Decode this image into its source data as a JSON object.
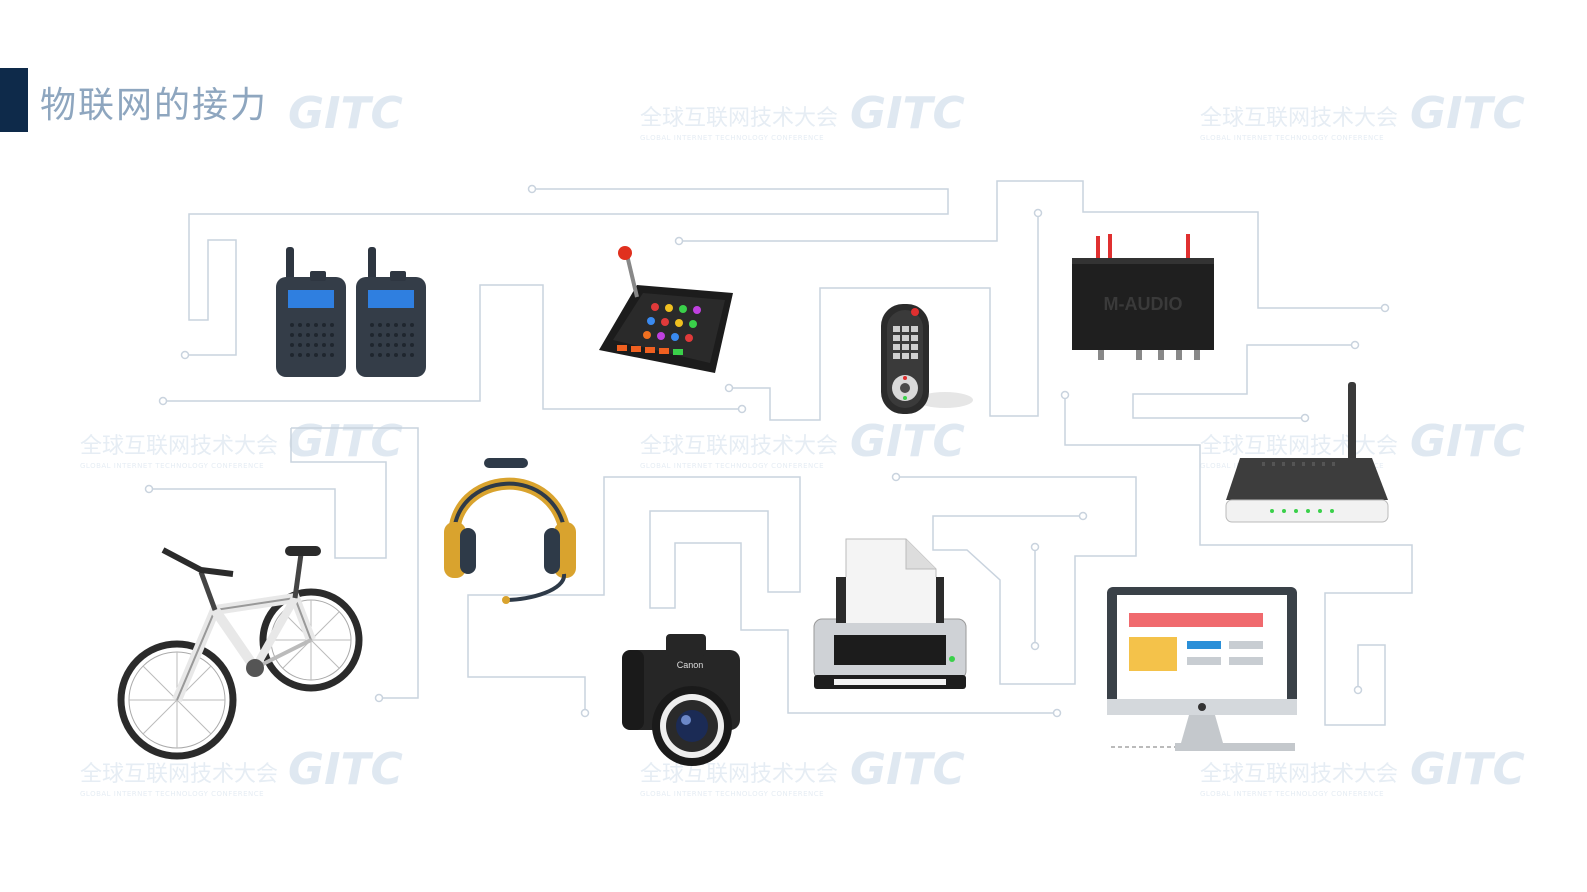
{
  "title": "物联网的接力",
  "watermark": {
    "cn": "全球互联网技术大会",
    "en": "GLOBAL INTERNET TECHNOLOGY CONFERENCE",
    "logo": "GITC"
  },
  "devices": [
    {
      "name": "walkie-talkies",
      "icon": "walkie-talkie-icon"
    },
    {
      "name": "control-panel",
      "icon": "joystick-panel-icon"
    },
    {
      "name": "remote-control",
      "icon": "remote-icon"
    },
    {
      "name": "audio-interface",
      "icon": "audio-box-icon",
      "label": "M-AUDIO"
    },
    {
      "name": "router",
      "icon": "router-icon"
    },
    {
      "name": "headphones",
      "icon": "headphones-icon"
    },
    {
      "name": "bicycle",
      "icon": "bicycle-icon"
    },
    {
      "name": "camera",
      "icon": "camera-icon",
      "label": "Canon"
    },
    {
      "name": "printer",
      "icon": "printer-icon"
    },
    {
      "name": "monitor",
      "icon": "monitor-icon"
    }
  ],
  "colors": {
    "title_bar": "#0e2a4a",
    "title_text": "#8ea6bf",
    "circuit_lines": "#c9d3de"
  }
}
